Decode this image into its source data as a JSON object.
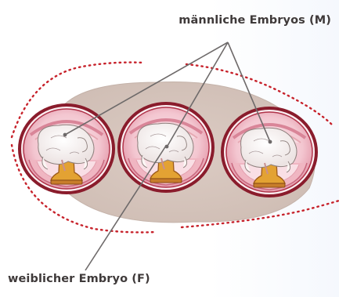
{
  "labels": {
    "male": "männliche Embryos (M)",
    "female": "weiblicher Embryo (F)"
  },
  "colors": {
    "uterus_body": "#d9cbc3",
    "dotted_outline": "#c7222b",
    "sac_rim": "#8a1c2c",
    "sac_wall": "#e6a8b2",
    "embryo": "#fbf6f4",
    "placenta": "#e3a233",
    "leader_line": "#6e6a6a",
    "label_text": "#3f3a3a"
  },
  "embryos": [
    {
      "sex": "M"
    },
    {
      "sex": "F"
    },
    {
      "sex": "M"
    }
  ]
}
